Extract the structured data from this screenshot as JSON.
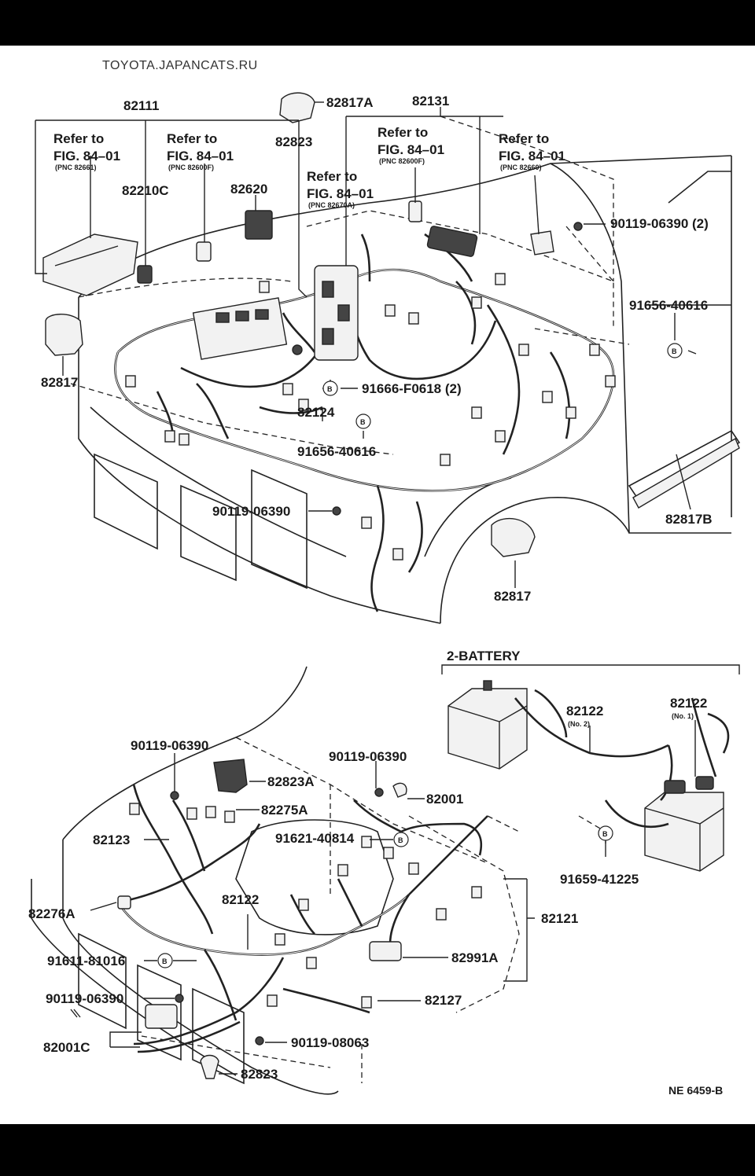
{
  "watermark": "TOYOTA.JAPANCATS.RU",
  "diagram_id": "NE 6459-B",
  "top_section": {
    "parts": {
      "p82111": "82111",
      "p82817A": "82817A",
      "p82131": "82131",
      "p82823": "82823",
      "p82210C": "82210C",
      "p82620": "82620",
      "p82817_left": "82817",
      "p82817_bottom": "82817",
      "p82817B": "82817B",
      "p82124": "82124",
      "p90119_06390_2": "90119-06390 (2)",
      "p91656_40616_right": "91656-40616",
      "p91666_F0618": "91666-F0618 (2)",
      "p91656_40616_center": "91656-40616",
      "p90119_06390_center": "90119-06390"
    },
    "refs": [
      {
        "line1": "Refer to",
        "line2": "FIG. 84–01",
        "pnc": "(PNC 82661)"
      },
      {
        "line1": "Refer to",
        "line2": "FIG. 84–01",
        "pnc": "(PNC 82600F)"
      },
      {
        "line1": "Refer to",
        "line2": "FIG. 84–01",
        "pnc": "(PNC 82670A)"
      },
      {
        "line1": "Refer to",
        "line2": "FIG. 84–01",
        "pnc": "(PNC 82600F)"
      },
      {
        "line1": "Refer to",
        "line2": "FIG. 84–01",
        "pnc": "(PNC 82660)"
      }
    ],
    "b_marker": "B"
  },
  "bottom_section": {
    "battery_title": "2-BATTERY",
    "parts": {
      "p82122_no2": "82122",
      "p82122_no2_sub": "(No. 2)",
      "p82122_no1": "82122",
      "p82122_no1_sub": "(No. 1)",
      "p91659_41225": "91659-41225",
      "p90119_06390_a": "90119-06390",
      "p82823A": "82823A",
      "p90119_06390_b": "90119-06390",
      "p82001": "82001",
      "p82275A": "82275A",
      "p82123": "82123",
      "p91621_40814": "91621-40814",
      "p82122_front": "82122",
      "p82276A": "82276A",
      "p82121": "82121",
      "p91611_81016": "91611-81016",
      "p82991A": "82991A",
      "p90119_06390_c": "90119-06390",
      "p82127": "82127",
      "p82001C": "82001C",
      "p90119_08063": "90119-08063",
      "p82823_bottom": "82823"
    }
  }
}
